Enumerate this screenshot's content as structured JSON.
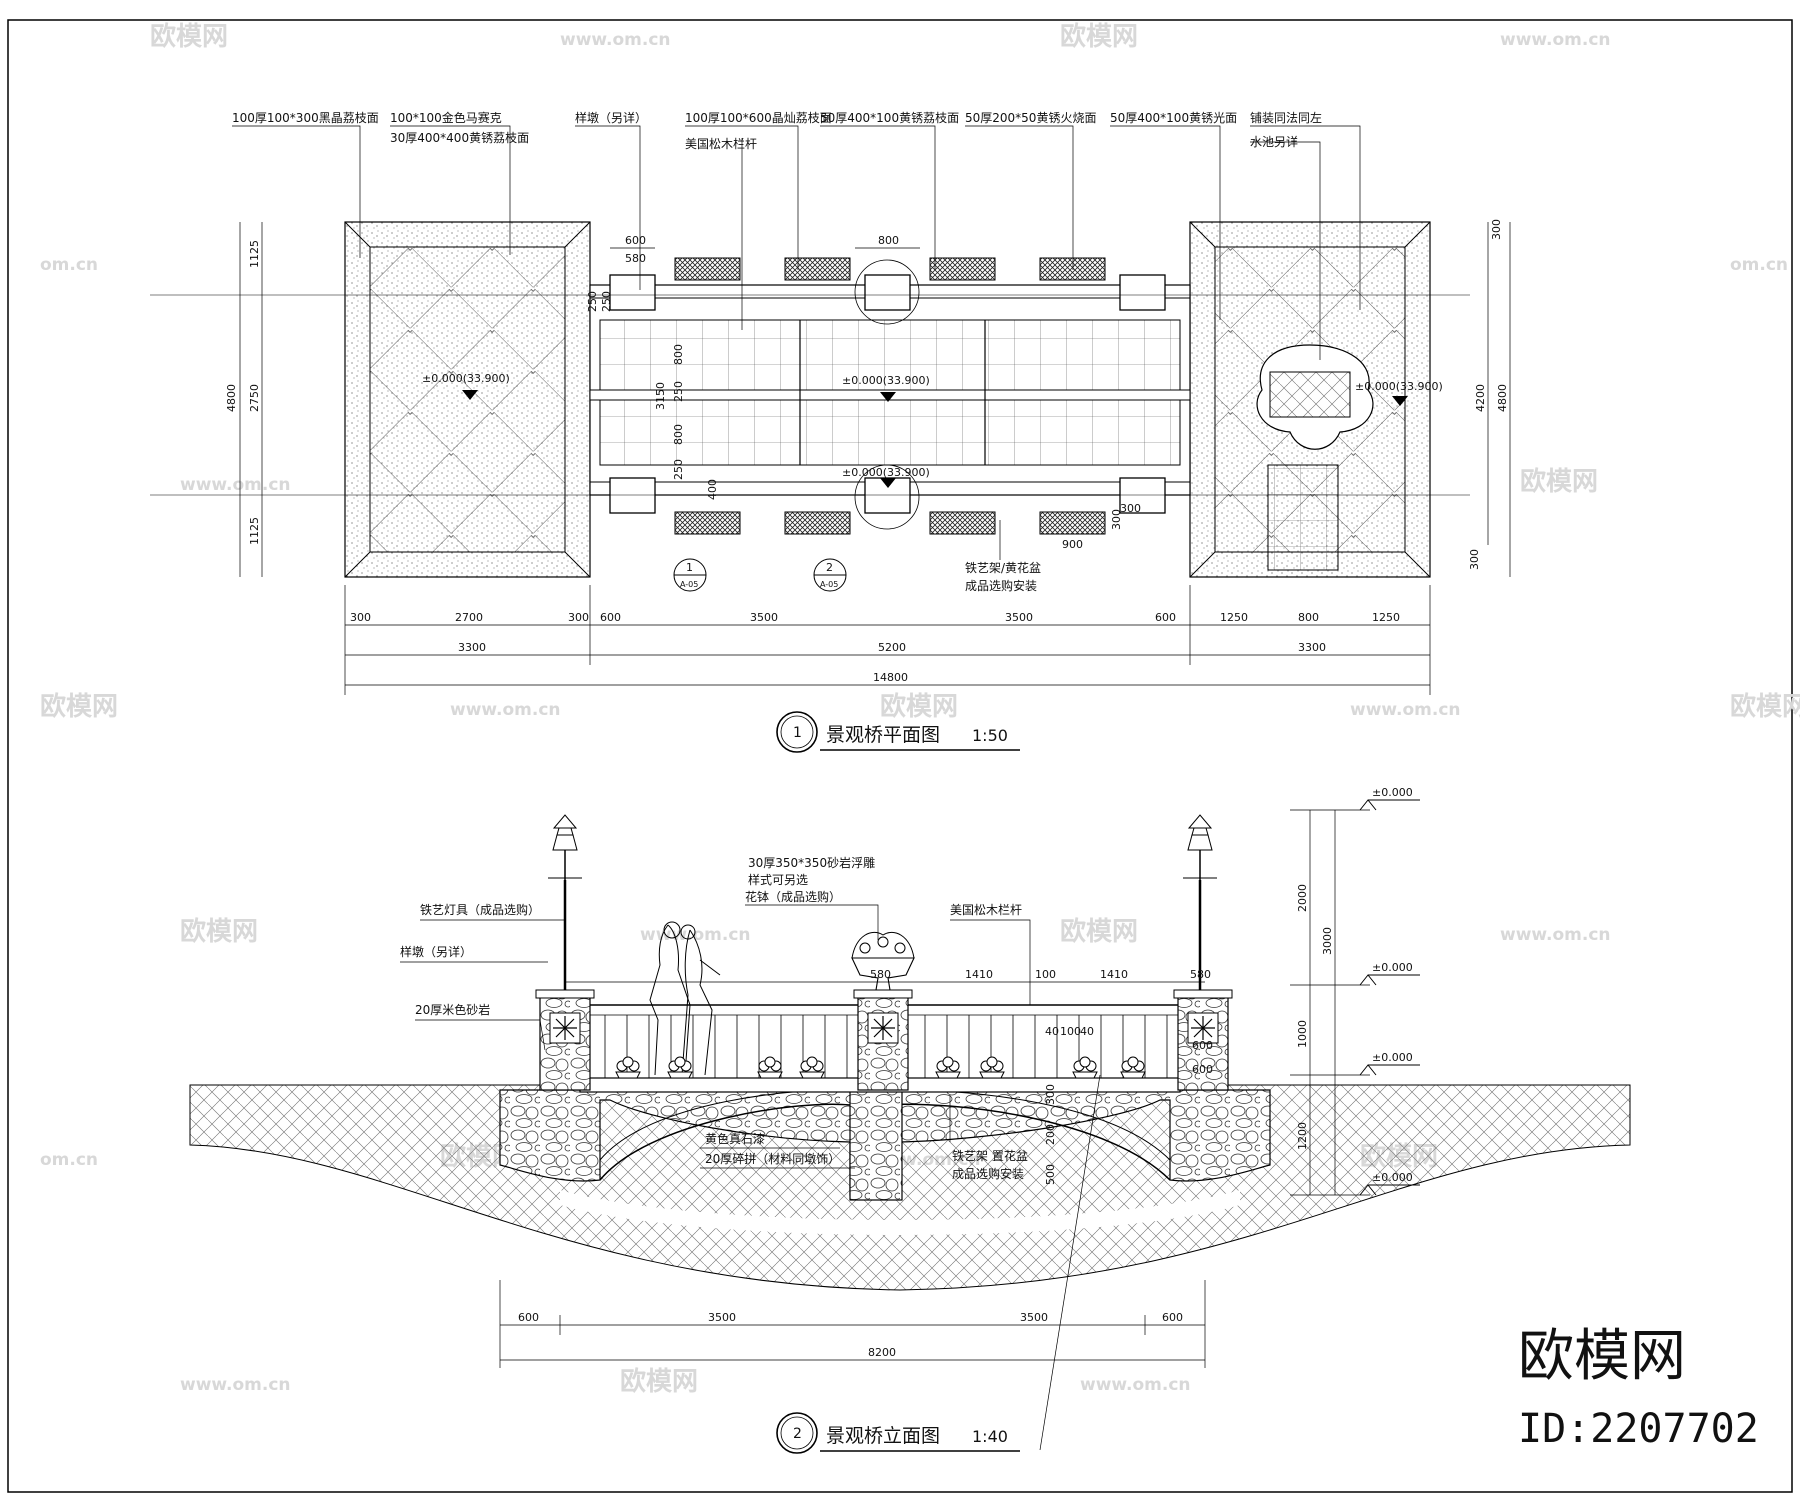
{
  "watermarks": {
    "brand": "欧模网",
    "url": "www.om.cn",
    "url_short": "om.cn"
  },
  "corner_brand": {
    "name": "欧模网",
    "id": "ID:2207702"
  },
  "plan": {
    "number": "1",
    "title": "景观桥平面图",
    "scale": "1:50",
    "callouts": [
      "100厚100*300黑晶荔枝面",
      "100*100金色马赛克",
      "30厚400*400黄锈荔枝面",
      "样墩（另详）",
      "100厚100*600晶灿荔枝面",
      "美国松木栏杆",
      "50厚400*100黄锈荔枝面",
      "50厚200*50黄锈火烧面",
      "50厚400*100黄锈光面",
      "铺装同法同左",
      "水池另详",
      "铁艺架/黄花盆",
      "成品选购安装"
    ],
    "elevation_marks": [
      "±0.000(33.900)",
      "±0.000(33.900)",
      "±0.000(33.900)",
      "±0.000(33.900)"
    ],
    "section_refs": [
      {
        "num": "1",
        "sheet": "A-05"
      },
      {
        "num": "2",
        "sheet": "A-05"
      }
    ],
    "dims_top": [
      "600",
      "580",
      "800",
      "300"
    ],
    "dims_left": [
      "4800",
      "1125",
      "2750",
      "1125"
    ],
    "dims_right": [
      "4200",
      "4800",
      "300",
      "300"
    ],
    "dims_inner_v": [
      "250",
      "250",
      "800",
      "3150",
      "250",
      "800",
      "250",
      "400"
    ],
    "dims_inner_h": [
      "900",
      "300"
    ],
    "dims_row1": [
      "300",
      "2700",
      "300",
      "600",
      "3500",
      "3500",
      "600",
      "1250",
      "800",
      "1250"
    ],
    "dims_row2": [
      "3300",
      "5200",
      "3300"
    ],
    "dims_row3": [
      "14800"
    ]
  },
  "elevation": {
    "number": "2",
    "title": "景观桥立面图",
    "scale": "1:40",
    "callouts": [
      "铁艺灯具（成品选购）",
      "样墩（另详）",
      "20厚米色砂岩",
      "30厚350*350砂岩浮雕",
      "样式可另选",
      "花钵（成品选购）",
      "美国松木栏杆",
      "黄色真石漆",
      "20厚碎拼（材料同墩饰）",
      "铁艺架 置花盆",
      "成品选购安装"
    ],
    "level_marks": [
      "±0.000",
      "±0.000",
      "±0.000",
      "±0.000"
    ],
    "dims_right": [
      "2000",
      "3000",
      "1000",
      "1200"
    ],
    "dims_top": [
      "580",
      "1410",
      "100",
      "1410",
      "580"
    ],
    "dims_inner": [
      "40",
      "100",
      "40",
      "600",
      "600",
      "300",
      "200",
      "500"
    ],
    "dims_row1": [
      "600",
      "3500",
      "3500",
      "600"
    ],
    "dims_row2": [
      "8200"
    ]
  }
}
